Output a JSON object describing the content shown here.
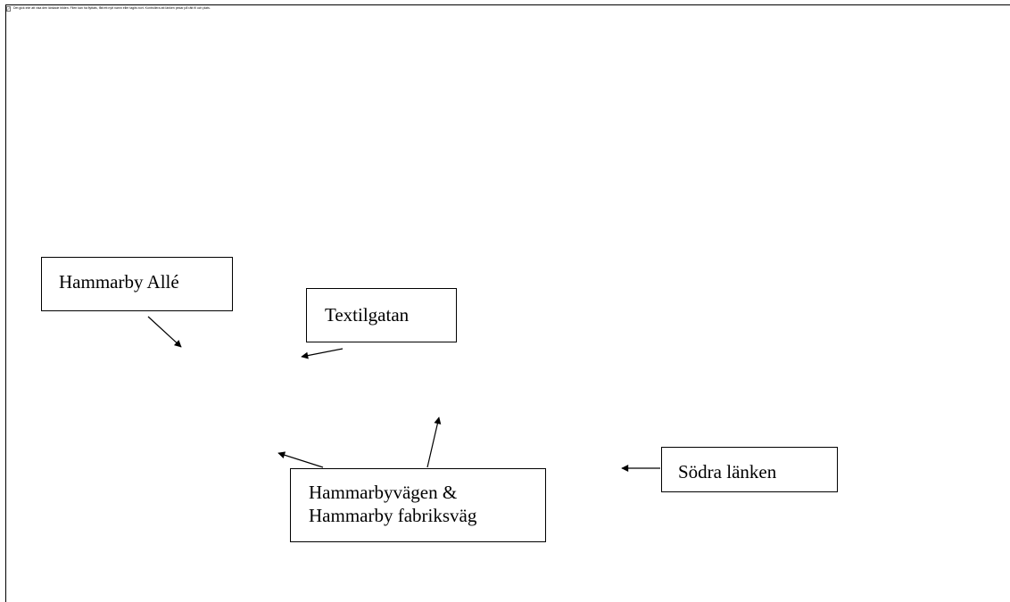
{
  "error_message": "Det gick inte att visa den länkade bilden. Filen kan ha flyttats, fått ett nytt namn eller tagits bort. Kontrollera att länken pekar på rätt fil och plats.",
  "labels": {
    "hammarby_alle": "Hammarby Allé",
    "textilgatan": "Textilgatan",
    "hammarbyvagen_line1": "Hammarbyvägen &",
    "hammarbyvagen_line2": "Hammarby fabriksväg",
    "sodra_lanken": "Södra länken"
  },
  "colors": {
    "background": "#ffffff",
    "stroke": "#000000",
    "text": "#000000"
  },
  "icons": {
    "placeholder": "broken-image-icon"
  }
}
